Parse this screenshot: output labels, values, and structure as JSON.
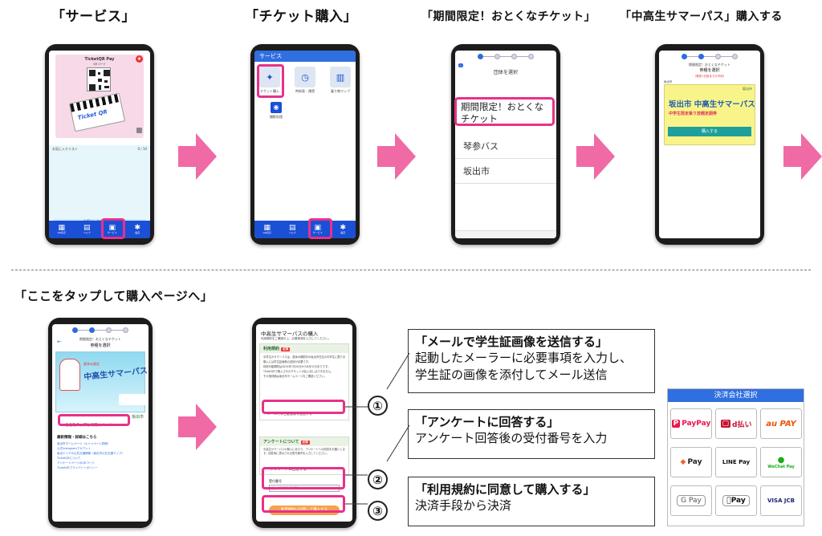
{
  "steps": {
    "s1": "「サービス」",
    "s2": "「チケット購入」",
    "s3": "「期間限定！おとくなチケット」",
    "s4": "「中高生サマーパス」購入する",
    "s5": "「ここをタップして購入ページへ」"
  },
  "phone1": {
    "card_title": "TicketQR Pay",
    "card_sub": "QRコード",
    "ticket_label": "Ticket QR",
    "list_label": "お気に入りリスト",
    "list_count": "0 / 10",
    "bottom_label": "お気に入りを追加する",
    "nav": [
      "QR表示",
      "ヘルプ",
      "サービス",
      "設定"
    ]
  },
  "phone2": {
    "header": "サービス",
    "tiles": [
      "チケット購入",
      "時刻表・運賃",
      "乗り物マップ",
      "撮影処理"
    ],
    "nav": [
      "QR表示",
      "ヘルプ",
      "サービス",
      "設定"
    ]
  },
  "phone3": {
    "top_title": "団体を選択",
    "items": [
      "期間限定！おとくなチケット",
      "琴参バス",
      "坂出市"
    ]
  },
  "phone4": {
    "crumb": "期間限定！おとくなチケット",
    "title": "券種を選択",
    "notice": "（発売1日前までの予約）",
    "issuer": "坂出市",
    "org_badge": "坂出市",
    "pass_name": "坂出市 中高生サマーパス",
    "pass_sub": "中学生限定乗り放題定期券",
    "buy_label": "購入する"
  },
  "phone5": {
    "crumb": "期間限定！おとくなチケット",
    "title": "券種を選択",
    "banner_top": "夏休み限定",
    "banner_main": "中高生サマーパス",
    "tap_label": "ここをタップして購入ページへ",
    "org_badge": "坂出市",
    "info_head": "最新情報・詳細はこちら",
    "links": [
      "坂出市ホームページ（キャンペーン詳細）",
      "公式Instagramアカウント",
      "坂出エリアの公共交通情報（坂出市公共交通マップ）",
      "TicketQRについて",
      "アンケートページのQRコード",
      "TicketQRプライバシーポリシー"
    ]
  },
  "phone6": {
    "title": "中高生サマーパスの購入",
    "intro": "利用規約をご確認の上、必要事項を入力してください。",
    "sec1": "利用規約",
    "sec1_tag": "必須",
    "rules": [
      "中学生のサマーパスは、夏休み期間中の坂出市在住の中学生に限ります。",
      "購入には学生証画像の送信が必要です。",
      "利用可能期間は2024年7月20日から8月31日までです。",
      "TicketQRで購入されたチケットの払い戻しはできません。",
      "その他詳細は坂出市ホームページをご確認ください。"
    ],
    "mail_btn": "メールで学生証画像を送信する",
    "sec2": "アンケートについて",
    "sec2_tag": "必須",
    "survey_text": "中高生サマーパスの購入にあたり、アンケートへの回答をお願いします。回答後に表示される受付番号を入力してください。",
    "survey_link": "アンケートに回答する",
    "receipt_label": "受付番号",
    "receipt_placeholder": "例：ABC2345678",
    "agree_btn": "利用規約に同意して購入する"
  },
  "callouts": [
    {
      "num": "①",
      "title": "「メールで学生証画像を送信する」",
      "body": [
        "起動したメーラーに必要事項を入力し、",
        "学生証の画像を添付してメール送信"
      ]
    },
    {
      "num": "②",
      "title": "「アンケートに回答する」",
      "body": [
        "アンケート回答後の受付番号を入力"
      ]
    },
    {
      "num": "③",
      "title": "「利用規約に同意して購入する」",
      "body": [
        "決済手段から決済"
      ]
    }
  ],
  "payment": {
    "header": "決済会社選択",
    "methods": [
      "PayPay",
      "d払い",
      "au PAY",
      "Pay",
      "LINE Pay",
      "WeChat Pay",
      "G Pay",
      "Pay",
      "VISA JCB"
    ]
  },
  "colors": {
    "pink": "#e8318a",
    "arrow": "#f06aa6",
    "nav_blue": "#1a4fd6",
    "pay_header": "#2f6fe0"
  }
}
